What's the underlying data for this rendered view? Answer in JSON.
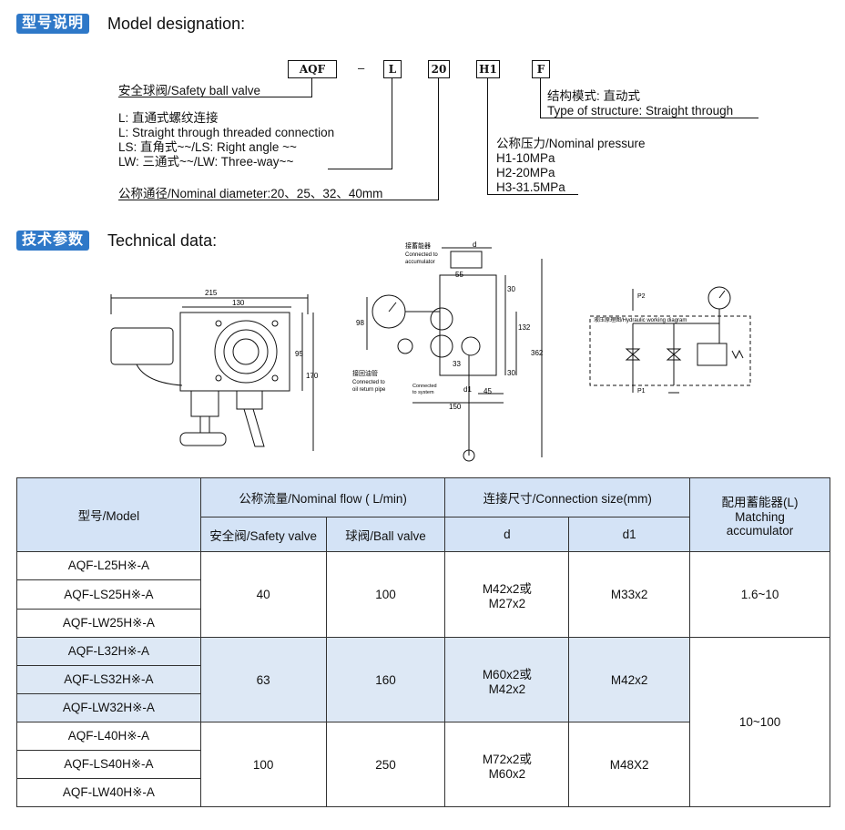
{
  "section1": {
    "tag": "型号说明",
    "title": "Model designation:"
  },
  "code": {
    "aqf": "AQF",
    "dash": "–",
    "l": "L",
    "size": "20",
    "h": "H1",
    "f": "F"
  },
  "designation": {
    "safety_valve": "安全球阀/Safety ball valve",
    "l_cn": "L: 直通式螺纹连接",
    "l_en": "L: Straight through threaded connection",
    "ls": "LS: 直角式~~/LS: Right angle ~~",
    "lw": "LW: 三通式~~/LW: Three-way~~",
    "diameter": "公称通径/Nominal diameter:20、25、32、40mm",
    "structure_cn": "结构模式: 直动式",
    "structure_en": "Type of structure: Straight through",
    "pressure_title": "公称压力/Nominal pressure",
    "h1": "H1-10MPa",
    "h2": "H2-20MPa",
    "h3": "H3-31.5MPa"
  },
  "section2": {
    "tag": "技术参数",
    "title": "Technical data:"
  },
  "drawing": {
    "dim_215": "215",
    "dim_130": "130",
    "dim_95": "95",
    "dim_170": "170",
    "dim_d": "d",
    "dim_55": "55",
    "dim_30a": "30",
    "dim_98": "98",
    "dim_132": "132",
    "dim_362": "362",
    "dim_30b": "30",
    "dim_33": "33",
    "dim_d1": "d1",
    "dim_45": "45",
    "dim_150": "150",
    "connected_acc_cn": "接蓄能器",
    "connected_acc_en1": "Connected to",
    "connected_acc_en2": "accumulator",
    "connected_oil_cn": "接回油管",
    "connected_oil_en1": "Connected to",
    "connected_oil_en2": "oil return pipe",
    "connected_sys_en1": "Connected",
    "connected_sys_en2": "to system",
    "hyd_title": "液压原理图/Hydraulic working diagram",
    "p2": "P2",
    "p1": "P1"
  },
  "table": {
    "h_model": "型号/Model",
    "h_flow": "公称流量/Nominal flow ( L/min)",
    "h_safety": "安全阀/Safety valve",
    "h_ball": "球阀/Ball valve",
    "h_conn": "连接尺寸/Connection size(mm)",
    "h_d": "d",
    "h_d1": "d1",
    "h_acc": "配用蓄能器(L)",
    "h_acc_en1": "Matching",
    "h_acc_en2": "accumulator",
    "rows": [
      {
        "model": "AQF-L25H※-A"
      },
      {
        "model": "AQF-LS25H※-A"
      },
      {
        "model": "AQF-LW25H※-A"
      },
      {
        "model": "AQF-L32H※-A"
      },
      {
        "model": "AQF-LS32H※-A"
      },
      {
        "model": "AQF-LW32H※-A"
      },
      {
        "model": "AQF-L40H※-A"
      },
      {
        "model": "AQF-LS40H※-A"
      },
      {
        "model": "AQF-LW40H※-A"
      }
    ],
    "groups": [
      {
        "safety": "40",
        "ball": "100",
        "d_a": "M42x2或",
        "d_b": "M27x2",
        "d1": "M33x2",
        "acc": "1.6~10"
      },
      {
        "safety": "63",
        "ball": "160",
        "d_a": "M60x2或",
        "d_b": "M42x2",
        "d1": "M42x2"
      },
      {
        "safety": "100",
        "ball": "250",
        "d_a": "M72x2或",
        "d_b": "M60x2",
        "d1": "M48X2"
      }
    ],
    "acc_shared": "10~100"
  },
  "colors": {
    "accent": "#2e78c8",
    "header_bg": "#d4e3f6",
    "group_bg": "#dde8f5"
  }
}
